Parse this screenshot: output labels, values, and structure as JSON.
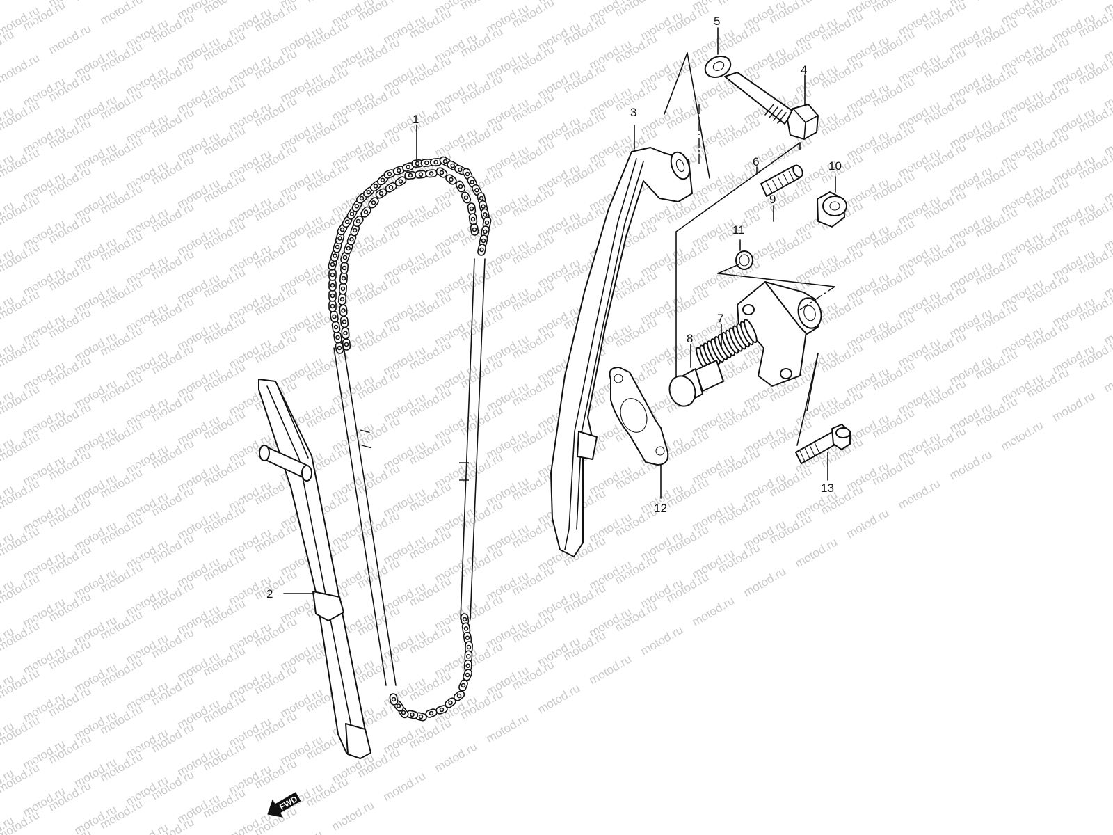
{
  "watermark": {
    "text": "motod.ru"
  },
  "callouts": [
    {
      "id": "1",
      "label": "1"
    },
    {
      "id": "2",
      "label": "2"
    },
    {
      "id": "3",
      "label": "3"
    },
    {
      "id": "4",
      "label": "4"
    },
    {
      "id": "5",
      "label": "5"
    },
    {
      "id": "6",
      "label": "6"
    },
    {
      "id": "7",
      "label": "7"
    },
    {
      "id": "8",
      "label": "8"
    },
    {
      "id": "9",
      "label": "9"
    },
    {
      "id": "10",
      "label": "10"
    },
    {
      "id": "11",
      "label": "11"
    },
    {
      "id": "12",
      "label": "12"
    },
    {
      "id": "13",
      "label": "13"
    }
  ],
  "direction_indicator": {
    "label": "FWD"
  }
}
